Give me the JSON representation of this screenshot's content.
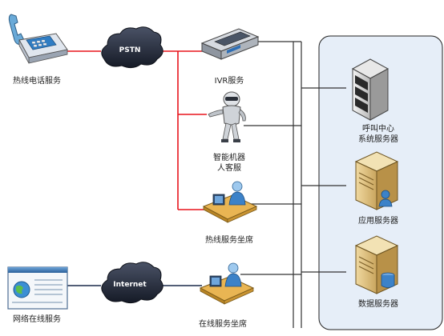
{
  "nodes": {
    "phone": {
      "label": "热线电话服务"
    },
    "web": {
      "label": "网络在线服务"
    },
    "pstn": {
      "label": "PSTN"
    },
    "internet": {
      "label": "Internet"
    },
    "ivr": {
      "label": "IVR服务"
    },
    "robot": {
      "label_line1": "智能机器",
      "label_line2": "人客服"
    },
    "hotline_agent": {
      "label": "热线服务坐席"
    },
    "online_agent": {
      "label": "在线服务坐席"
    },
    "call_center_server": {
      "label_line1": "呼叫中心",
      "label_line2": "系统服务器"
    },
    "app_server": {
      "label": "应用服务器"
    },
    "db_server": {
      "label": "数据服务器"
    }
  },
  "colors": {
    "telephony_link": "#e8141c",
    "data_link": "#1a2a4a",
    "bus": "#333333",
    "server_panel": "#e6eef8"
  }
}
